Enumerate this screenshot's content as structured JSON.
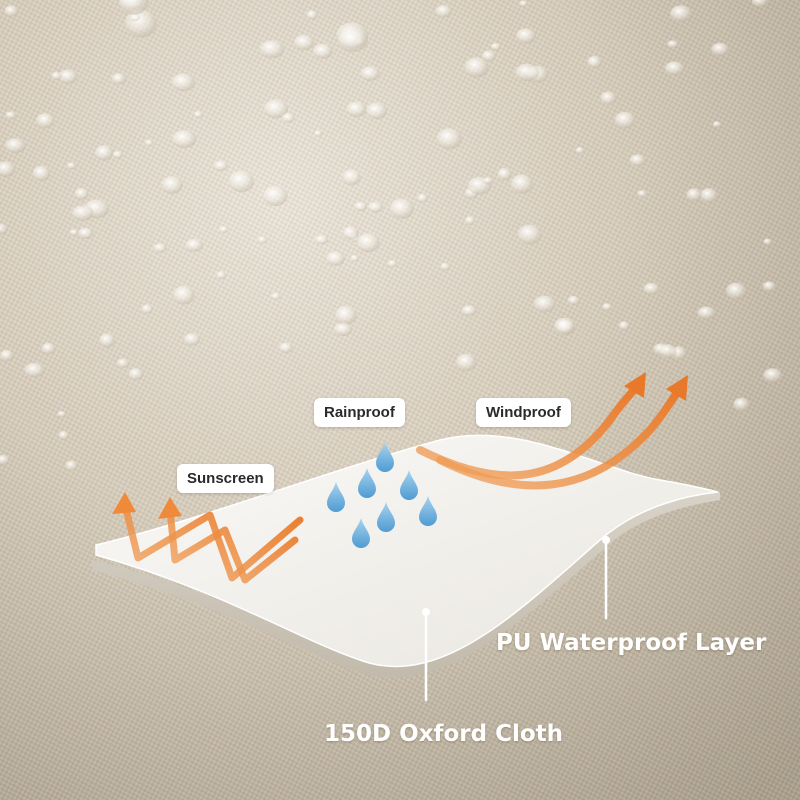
{
  "labels": {
    "sunscreen": "Sunscreen",
    "rainproof": "Rainproof",
    "windproof": "Windproof"
  },
  "callouts": {
    "pu_layer": "PU Waterproof Layer",
    "oxford_cloth": "150D Oxford Cloth"
  },
  "colors": {
    "fabric": "#c9bfae",
    "fabric_light": "#e8e2d6",
    "layer": "#f4f2ee",
    "arrow_orange": "#ef8a3a",
    "water_drop": "#6fb1df",
    "label_bg": "#ffffff",
    "callout_text": "#ffffff"
  },
  "icons": [
    "sun-arrow-icon",
    "rain-drops-icon",
    "wind-arrow-icon"
  ]
}
